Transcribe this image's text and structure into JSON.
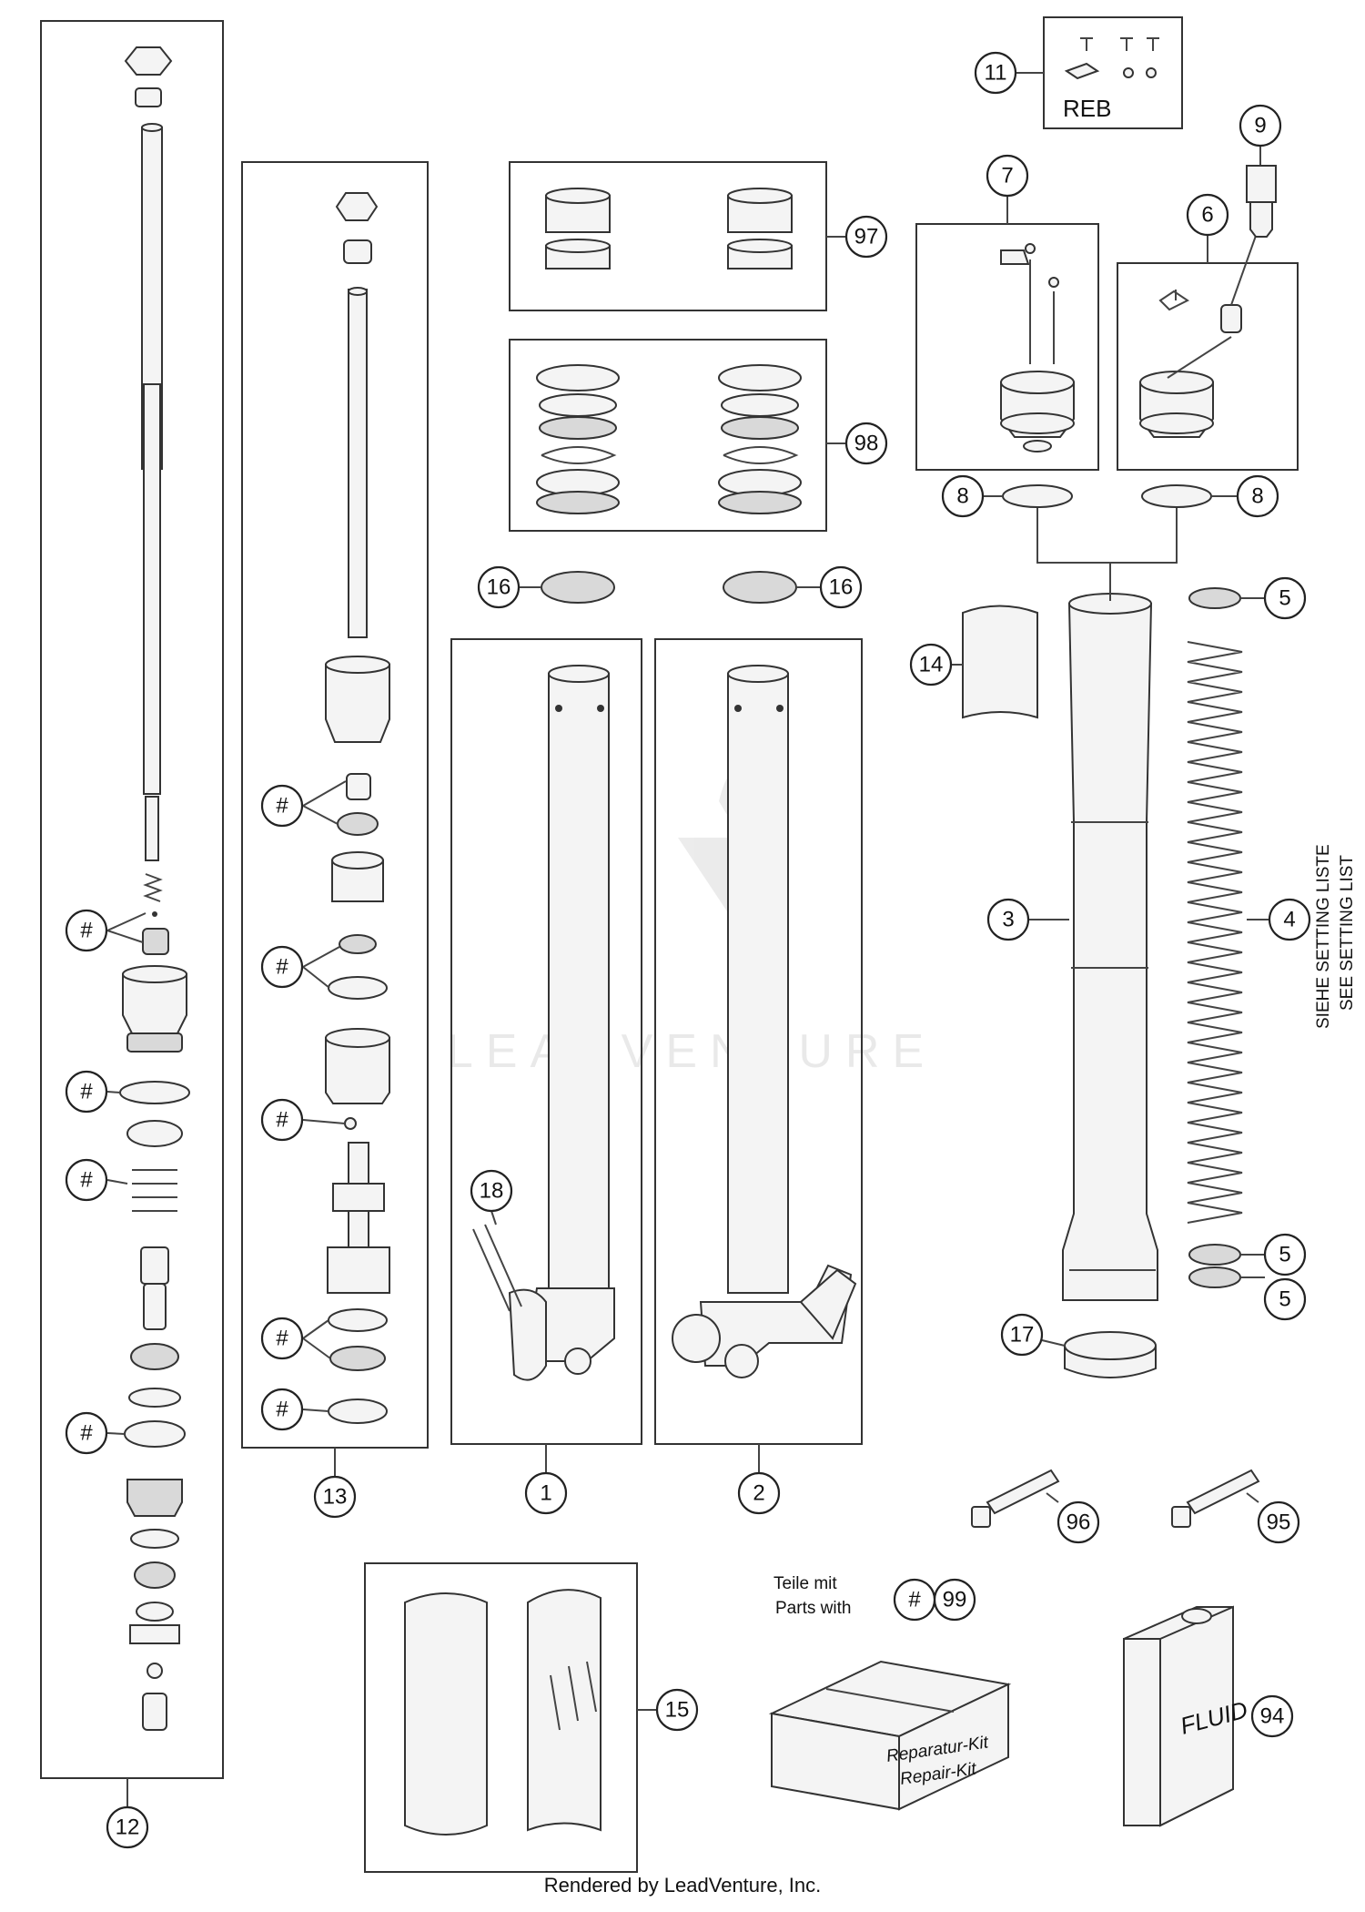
{
  "callouts": {
    "c1": "1",
    "c2": "2",
    "c3": "3",
    "c4": "4",
    "c5a": "5",
    "c5b": "5",
    "c5c": "5",
    "c6": "6",
    "c7": "7",
    "c8a": "8",
    "c8b": "8",
    "c9": "9",
    "c11": "11",
    "c12": "12",
    "c13": "13",
    "c14": "14",
    "c15": "15",
    "c16a": "16",
    "c16b": "16",
    "c17": "17",
    "c18": "18",
    "c94": "94",
    "c95": "95",
    "c96": "96",
    "c97": "97",
    "c98": "98",
    "c99": "99",
    "hash": "#"
  },
  "labels": {
    "reb": "REB",
    "setting_de": "SIEHE SETTING LISTE",
    "setting_en": "SEE SETTING LIST",
    "teile_mit": "Teile mit",
    "parts_with": "Parts with",
    "fluid": "FLUID",
    "repair_kit_de": "Reparatur-Kit",
    "repair_kit_en": "Repair-Kit",
    "watermark": "LEADVENTURE"
  },
  "footer": "Rendered by LeadVenture, Inc."
}
